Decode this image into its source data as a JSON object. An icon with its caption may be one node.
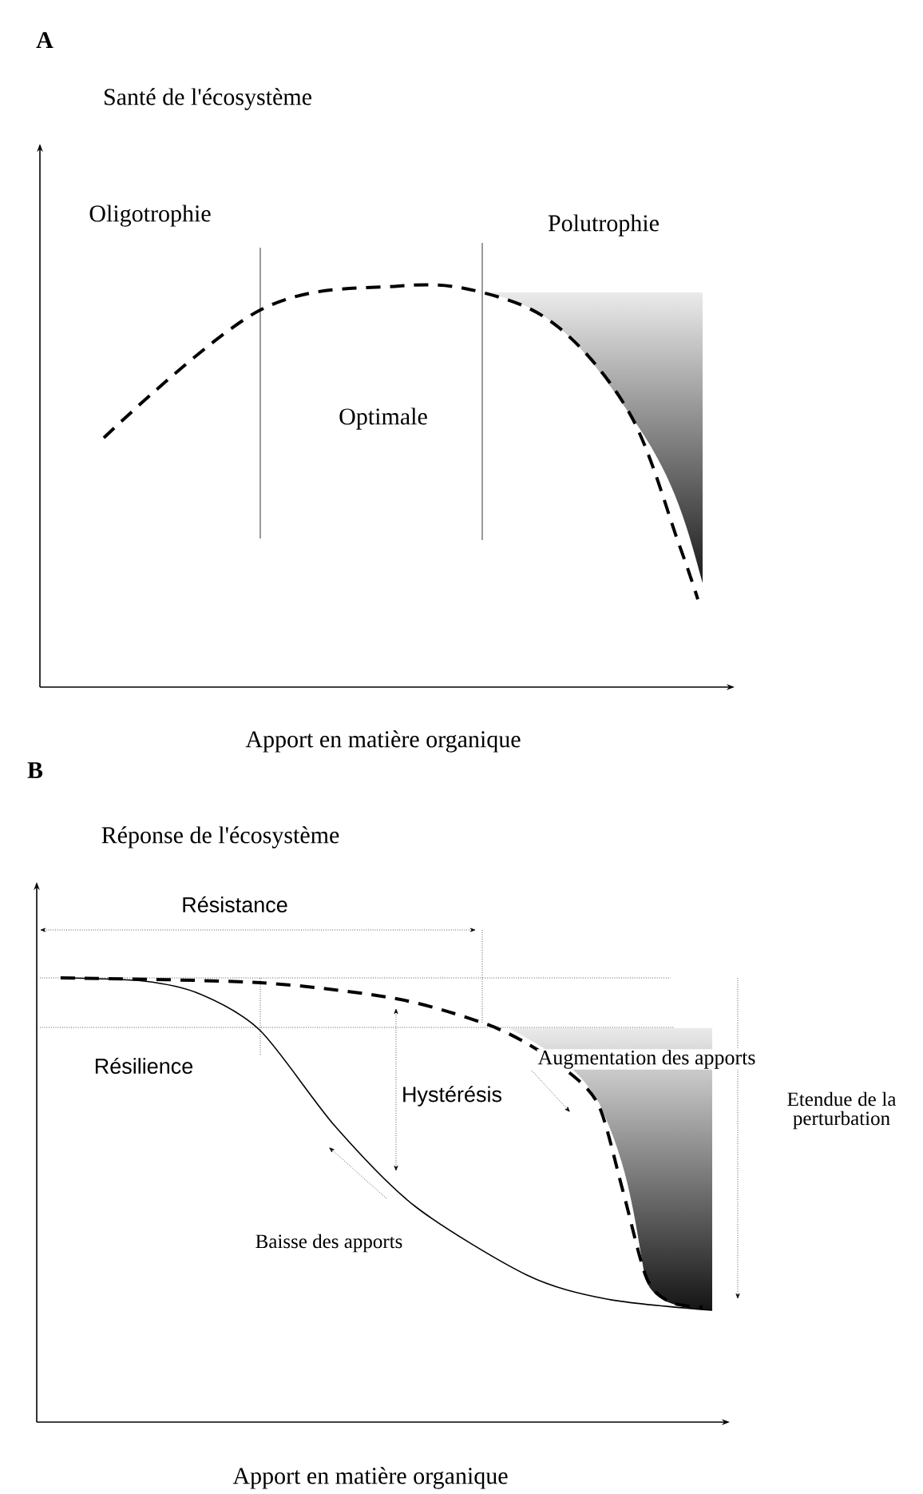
{
  "diagram": {
    "labels": [
      "A",
      "Santé de l'écosystème",
      "Oligotrophie",
      "Polutrophie",
      "Optimale",
      "Apport en matière organique",
      "B",
      "Réponse de l'écosystème",
      "Résistance",
      "Résilience",
      "Augmentation des apports",
      "Hystérésis",
      "Etendue de la perturbation",
      "Baisse des apports",
      "Apport en matière organique"
    ]
  }
}
